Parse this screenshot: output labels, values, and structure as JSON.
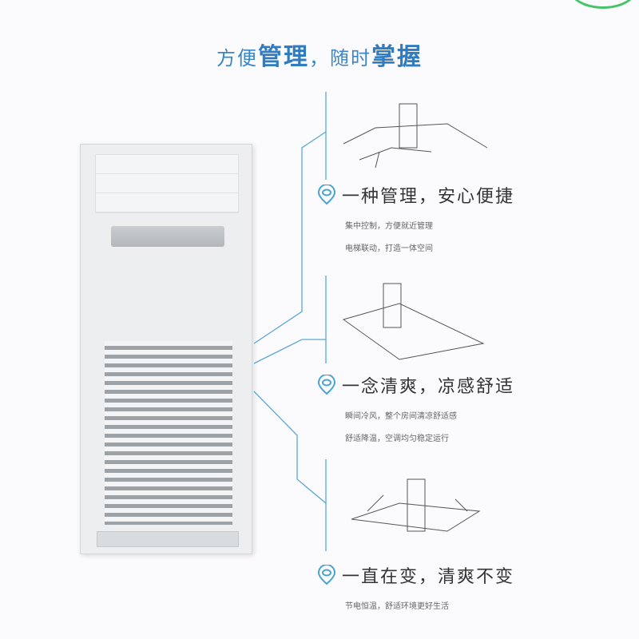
{
  "title": {
    "part1": "方便",
    "part2": "管理",
    "part3": "，随时",
    "part4": "掌握"
  },
  "features": [
    {
      "heading": "一种管理，安心便捷",
      "lines": [
        "集中控制，方便就近管理",
        "电梯联动，打造一体空间"
      ]
    },
    {
      "heading": "一念清爽，凉感舒适",
      "lines": [
        "瞬间冷风，整个房间清凉舒适感",
        "舒适降温，空调均匀稳定运行"
      ]
    },
    {
      "heading": "一直在变，清爽不变",
      "lines": [
        "节电恒温，舒适环境更好生活"
      ]
    }
  ],
  "colors": {
    "accent": "#2f7cc0",
    "line": "#5aa7d6"
  }
}
